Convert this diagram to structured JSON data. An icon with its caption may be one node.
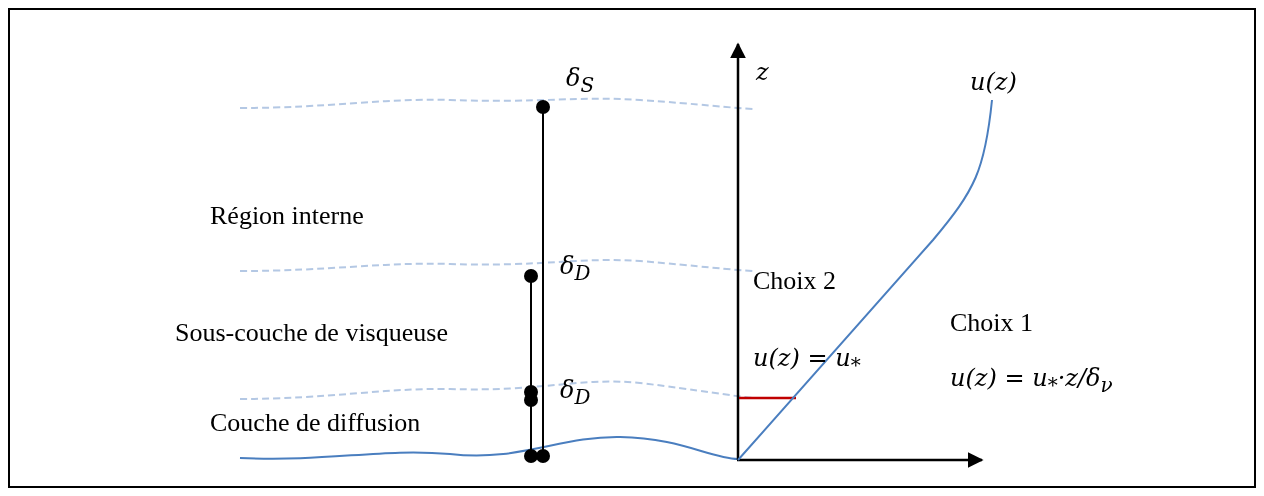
{
  "diagram": {
    "labels": [
      "δ$_{S}$",
      "z",
      "u(z)",
      "Région interne",
      "δ$_{D}$",
      "Choix 2",
      "Sous-couche de visqueuse",
      "Choix 1",
      "u(z) = u$_{*}$",
      "δ$_{D}$",
      "u(z) = u$_{*}$·z/δ$_{ν}$",
      "Couche de diffusion"
    ]
  }
}
